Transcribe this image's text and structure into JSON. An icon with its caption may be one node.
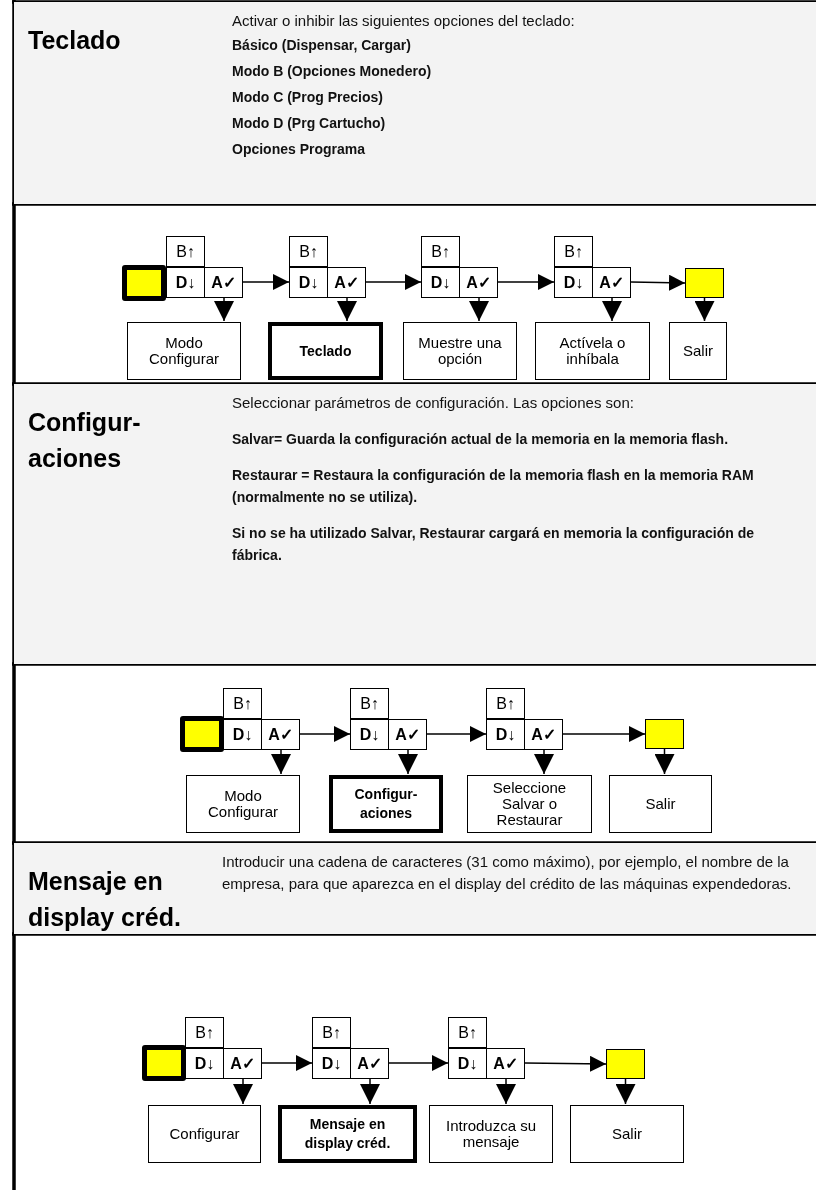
{
  "diagram": {
    "nodes": [
      {
        "text": [
          "Teclado"
        ]
      },
      {
        "text": [
          "Activar o inhibir las siguientes opciones del teclado:",
          "Básico (Dispensar, Cargar)",
          "Modo B (Opciones Monedero)",
          "Modo C (Prog Precios)",
          "Modo D (Prg Cartucho)",
          "Opciones Programa"
        ]
      },
      {
        "text": [],
        "shape": "box"
      },
      {
        "text": [
          "B↑",
          "D↓",
          "A✓"
        ]
      },
      {
        "text": [
          "B↑",
          "D↓",
          "A✓"
        ]
      },
      {
        "text": [
          "B↑",
          "D↓",
          "A✓"
        ]
      },
      {
        "text": [
          "B↑",
          "D↓",
          "A✓"
        ]
      },
      {
        "text": [],
        "shape": "box"
      },
      {
        "text": [
          "Modo Configurar"
        ]
      },
      {
        "text": [
          "Teclado"
        ]
      },
      {
        "text": [
          "Muestre una opción"
        ]
      },
      {
        "text": [
          "Actívela o inhíbala"
        ]
      },
      {
        "text": [
          "Salir"
        ]
      },
      {
        "text": [
          "Configur- aciones"
        ]
      },
      {
        "text": [
          "Seleccionar parámetros de configuración. Las opciones son:",
          "Salvar= Guarda la configuración actual de la memoria en la memoria flash.",
          "Restaurar = Restaura la configuración de la memoria flash en la memoria RAM (normalmente no se utiliza).",
          "Si no se ha utilizado Salvar, Restaurar cargará en memoria la configuración de fábrica."
        ]
      },
      {
        "text": [],
        "shape": "box"
      },
      {
        "text": [
          "B↑",
          "D↓",
          "A✓"
        ]
      },
      {
        "text": [
          "B↑",
          "D↓",
          "A✓"
        ]
      },
      {
        "text": [
          "B↑",
          "D↓",
          "A✓"
        ]
      },
      {
        "text": [],
        "shape": "box"
      },
      {
        "text": [
          "Modo Configurar"
        ]
      },
      {
        "text": [
          "Configur- aciones"
        ]
      },
      {
        "text": [
          "Seleccione Salvar o Restaurar"
        ]
      },
      {
        "text": [
          "Salir"
        ]
      },
      {
        "text": [
          "Mensaje en display créd."
        ]
      },
      {
        "text": [
          "Introducir una cadena de caracteres (31 como máximo), por ejemplo, el nombre de la empresa, para que aparezca en el display del crédito de las máquinas expendedoras."
        ]
      },
      {
        "text": [],
        "shape": "box"
      },
      {
        "text": [
          "B↑",
          "D↓",
          "A✓"
        ]
      },
      {
        "text": [
          "B↑",
          "D↓",
          "A✓"
        ]
      },
      {
        "text": [
          "B↑",
          "D↓",
          "A✓"
        ]
      },
      {
        "text": [],
        "shape": "box"
      },
      {
        "text": [
          "Configurar"
        ]
      },
      {
        "text": [
          "Mensaje en display créd."
        ]
      },
      {
        "text": [
          "Introduzca su mensaje"
        ]
      },
      {
        "text": [
          "Salir"
        ]
      }
    ],
    "edges": [
      {
        "from": 3,
        "to": 8,
        "arrow": "to"
      },
      {
        "from": 3,
        "to": 4,
        "arrow": "to"
      },
      {
        "from": 4,
        "to": 9,
        "arrow": "to"
      },
      {
        "from": 4,
        "to": 5,
        "arrow": "to"
      },
      {
        "from": 5,
        "to": 10,
        "arrow": "to"
      },
      {
        "from": 5,
        "to": 6,
        "arrow": "to"
      },
      {
        "from": 6,
        "to": 11,
        "arrow": "to"
      },
      {
        "from": 6,
        "to": 7,
        "arrow": "to"
      },
      {
        "from": 7,
        "to": 12,
        "arrow": "to"
      },
      {
        "from": 16,
        "to": 20,
        "arrow": "to"
      },
      {
        "from": 16,
        "to": 17,
        "arrow": "to"
      },
      {
        "from": 17,
        "to": 21,
        "arrow": "to"
      },
      {
        "from": 17,
        "to": 18,
        "arrow": "to"
      },
      {
        "from": 18,
        "to": 22,
        "arrow": "to"
      },
      {
        "from": 18,
        "to": 19,
        "arrow": "to"
      },
      {
        "from": 19,
        "to": 23,
        "arrow": "to"
      },
      {
        "from": 27,
        "to": 31,
        "arrow": "to"
      },
      {
        "from": 27,
        "to": 28,
        "arrow": "to"
      },
      {
        "from": 28,
        "to": 32,
        "arrow": "to"
      },
      {
        "from": 28,
        "to": 29,
        "arrow": "to"
      },
      {
        "from": 29,
        "to": 33,
        "arrow": "to"
      },
      {
        "from": 29,
        "to": 30,
        "arrow": "to"
      },
      {
        "from": 30,
        "to": 34,
        "arrow": "to"
      }
    ]
  }
}
